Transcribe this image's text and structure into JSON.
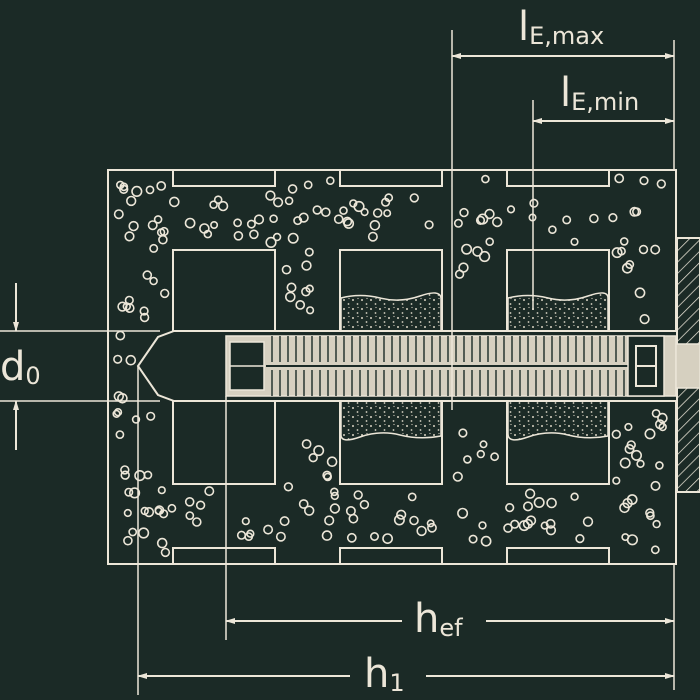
{
  "labels": {
    "le_max": {
      "main": "l",
      "sub": "E,max"
    },
    "le_min": {
      "main": "l",
      "sub": "E,min"
    },
    "d0": {
      "main": "d",
      "sub": "0"
    },
    "hef": {
      "main": "h",
      "sub": "ef"
    },
    "h1": {
      "main": "h",
      "sub": "1"
    }
  },
  "colors": {
    "background": "#1b2a26",
    "line": "#ece6d8",
    "grain_fill": "#d8d2c2"
  }
}
